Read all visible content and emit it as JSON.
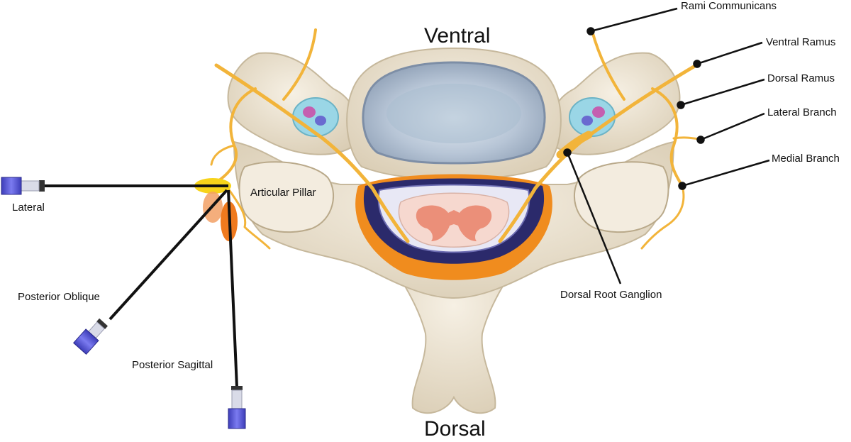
{
  "titles": {
    "top": "Ventral",
    "bottom": "Dorsal"
  },
  "labels": {
    "rami_communicans": "Rami Communicans",
    "ventral_ramus": "Ventral Ramus",
    "dorsal_ramus": "Dorsal Ramus",
    "lateral_branch": "Lateral Branch",
    "medial_branch": "Medial Branch",
    "dorsal_root_ganglion": "Dorsal Root Ganglion",
    "articular_pillar": "Articular Pillar"
  },
  "approaches": {
    "lateral": "Lateral",
    "posterior_oblique": "Posterior Oblique",
    "posterior_sagittal": "Posterior Sagittal"
  },
  "colors": {
    "bone": "#ece3d2",
    "bone_shadow": "#cfc2a8",
    "nerve": "#f2b43a",
    "disc": "#b9c6d6",
    "dura": "#2b2a6b",
    "fat": "#f08c1e",
    "cord": "#f6d8cf",
    "gray_matter": "#e9826a",
    "needle_hub": "#5b5bd6",
    "target_lateral": "#f7d31a",
    "target_posterior": "#f07a1e"
  }
}
